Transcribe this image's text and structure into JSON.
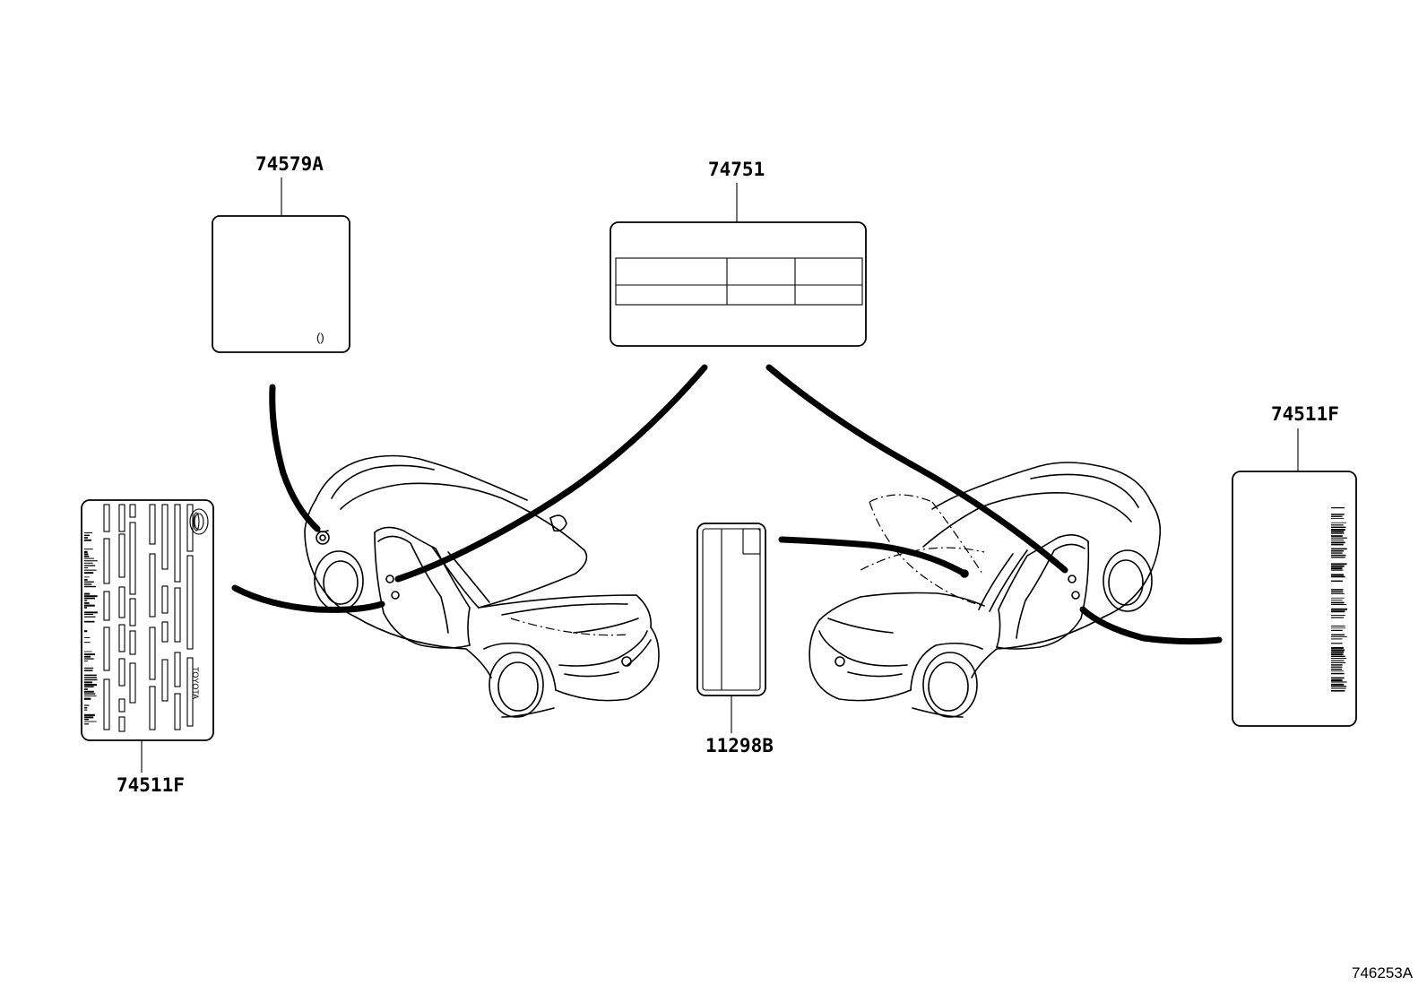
{
  "diagram": {
    "callouts": {
      "label_emission": "74579A",
      "label_tire": "74751",
      "label_vin_left": "74511F",
      "label_caution": "11298B",
      "label_vin_right": "74511F"
    },
    "emission_label_mark": "()",
    "vin_label_brand": "TOYOTA",
    "figure_reference": "746253A"
  }
}
